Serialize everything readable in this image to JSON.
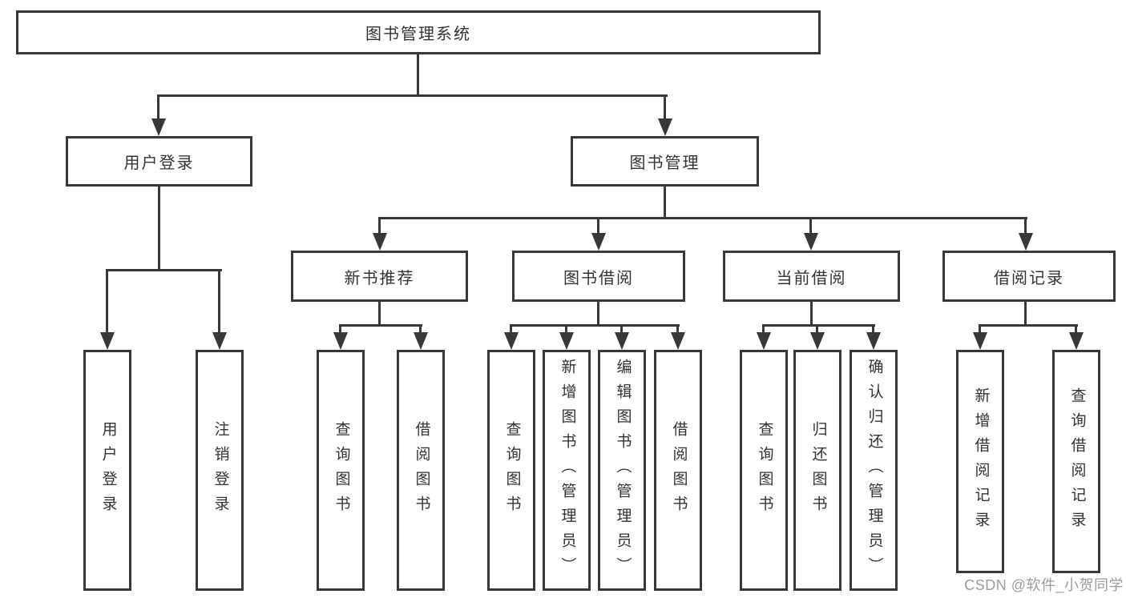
{
  "diagram": {
    "root": "图书管理系统",
    "level2": [
      "用户登录",
      "图书管理"
    ],
    "level3": [
      "新书推荐",
      "图书借阅",
      "当前借阅",
      "借阅记录"
    ],
    "leaves": {
      "user_login": [
        "用户登录",
        "注销登录"
      ],
      "new_books": [
        "查询图书",
        "借阅图书"
      ],
      "book_borrow": [
        "查询图书",
        "新增图书（管理员）",
        "编辑图书（管理员）",
        "借阅图书"
      ],
      "current_borrow": [
        "查询图书",
        "归还图书",
        "确认归还（管理员）"
      ],
      "borrow_records": [
        "新增借阅记录",
        "查询借阅记录"
      ]
    }
  },
  "watermark": "CSDN @软件_小贺同学",
  "colors": {
    "line": "#383838",
    "text": "#333333",
    "background": "#ffffff",
    "watermark": "#9c9c9c"
  }
}
